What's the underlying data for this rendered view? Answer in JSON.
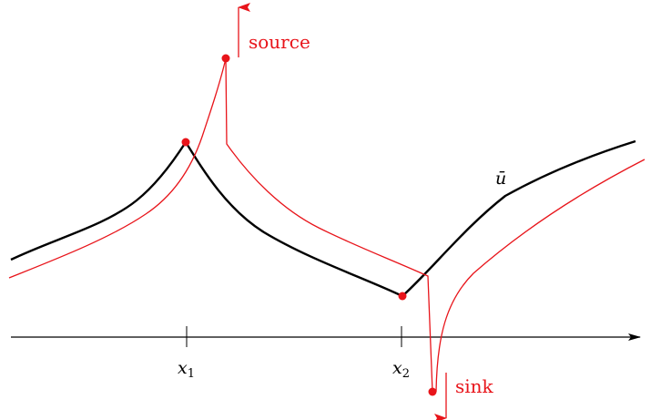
{
  "labels": {
    "source": "source",
    "sink": "sink",
    "u_bar": "ū",
    "x1": "x",
    "x1_sub": "1",
    "x2": "x",
    "x2_sub": "2"
  },
  "colors": {
    "curve": "#000000",
    "perturbed": "#e8141a",
    "point": "#e8141a",
    "axis": "#000000"
  }
}
